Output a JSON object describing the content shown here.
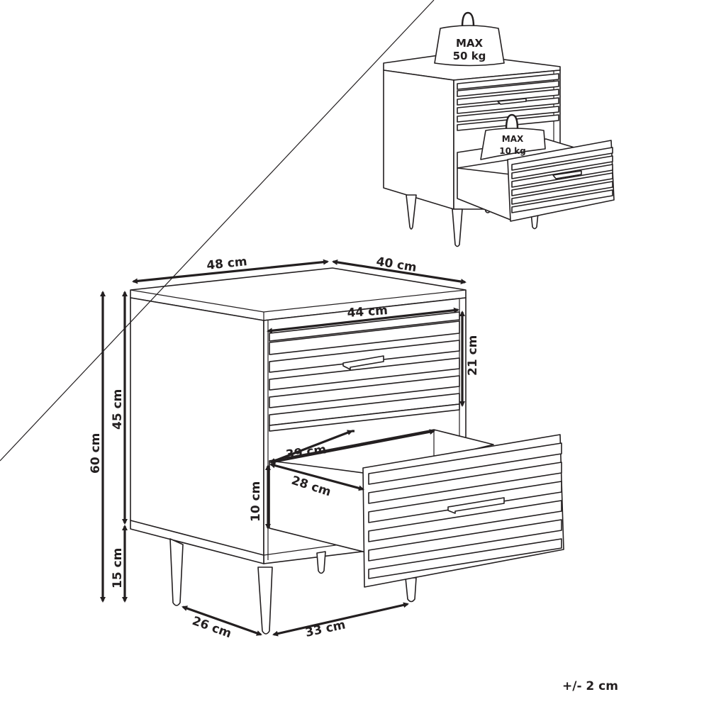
{
  "diagram": {
    "type": "furniture-dimension-drawing",
    "subject": "Two-drawer bedside table with slatted drawer fronts",
    "load_inset": {
      "top_weight": {
        "line1": "MAX",
        "line2": "50 kg"
      },
      "drawer_weight": {
        "line1": "MAX",
        "line2": "10 kg"
      }
    },
    "dimensions": {
      "width": "48 cm",
      "depth": "40 cm",
      "drawer_front_width": "44 cm",
      "drawer_front_height": "21 cm",
      "total_height": "60 cm",
      "body_height": "45 cm",
      "leg_height": "15 cm",
      "drawer_inner_width": "39 cm",
      "drawer_inner_depth": "28 cm",
      "drawer_inner_height": "10 cm",
      "leg_span_depth": "26 cm",
      "leg_span_width": "33 cm"
    },
    "tolerance": "+/- 2 cm",
    "colors": {
      "line": "#231f20",
      "background": "#ffffff"
    }
  }
}
